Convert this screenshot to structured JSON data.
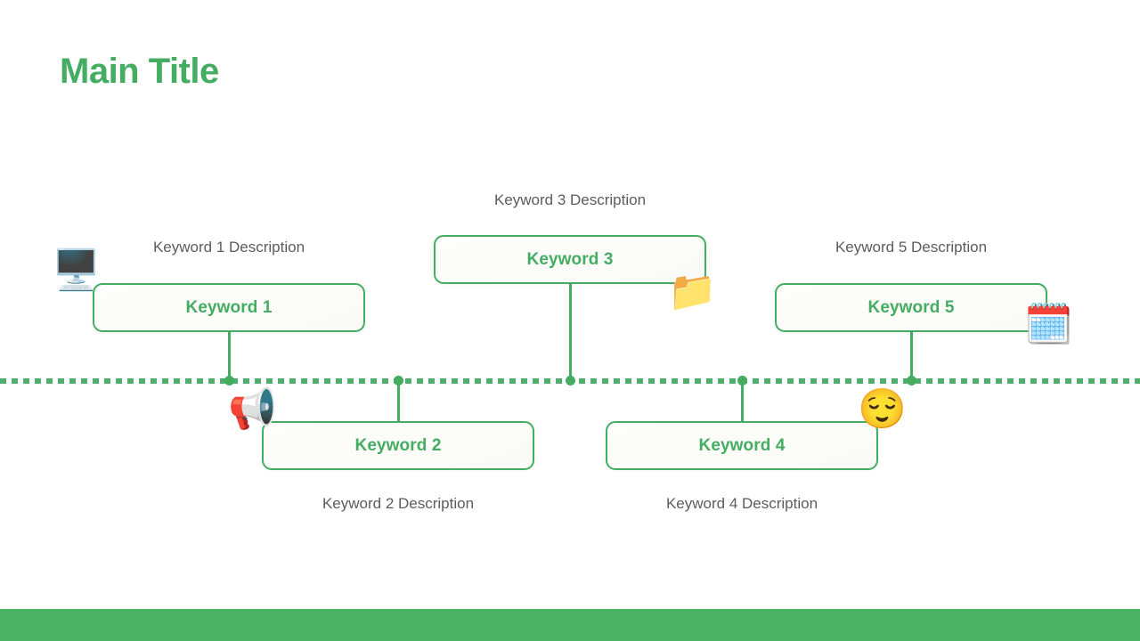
{
  "slide": {
    "title": "Main Title",
    "background_color": "#ffffff",
    "accent_color": "#45ad62",
    "description_color": "#5c5c5c",
    "bottom_bar_color": "#4cb264"
  },
  "timeline": {
    "orientation": "horizontal",
    "line_style": "dotted",
    "line_color": "#4eae6c",
    "node_color": "#45ad62",
    "node_count": 5
  },
  "items": [
    {
      "label": "Keyword 1",
      "description": "Keyword 1 Description",
      "position": "above",
      "emoji": "🖥️",
      "emoji_name": "desktop-computer-icon",
      "emoji_corner": "top-left"
    },
    {
      "label": "Keyword 2",
      "description": "Keyword 2 Description",
      "position": "below",
      "emoji": "📢",
      "emoji_name": "megaphone-icon",
      "emoji_corner": "top-left"
    },
    {
      "label": "Keyword 3",
      "description": "Keyword 3 Description",
      "position": "above",
      "emoji": "📁",
      "emoji_name": "folder-icon",
      "emoji_corner": "bottom-right"
    },
    {
      "label": "Keyword 4",
      "description": "Keyword 4 Description",
      "position": "below",
      "emoji": "😌",
      "emoji_name": "relieved-face-icon",
      "emoji_corner": "top-right"
    },
    {
      "label": "Keyword 5",
      "description": "Keyword 5 Description",
      "position": "above",
      "emoji": "🗓️",
      "emoji_name": "spiral-calendar-icon",
      "emoji_corner": "bottom-right"
    }
  ]
}
